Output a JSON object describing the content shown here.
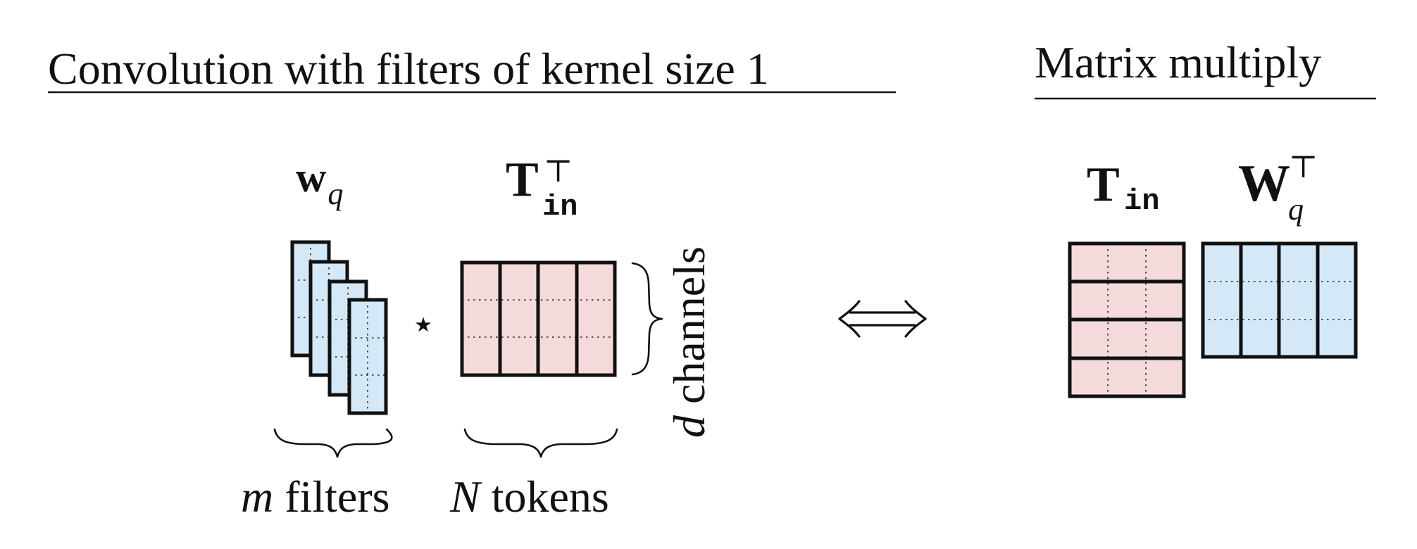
{
  "left_panel": {
    "title": "Convolution with filters of kernel size 1",
    "filters_symbol": {
      "base": "w",
      "subscript": "q"
    },
    "tokens_symbol": {
      "base": "T",
      "subscript": "in",
      "superscript": "⊤"
    },
    "operator": "⋆",
    "channels_label": {
      "var": "d",
      "text": " channels"
    },
    "filters_label": {
      "var": "m",
      "text": " filters"
    },
    "tokens_label": {
      "var": "N",
      "text": " tokens"
    },
    "filter_count_drawn": 4,
    "token_count_drawn": 4
  },
  "equivalence_symbol": "⟺",
  "right_panel": {
    "title": "Matrix multiply",
    "tokens_symbol": {
      "base": "T",
      "subscript": "in"
    },
    "weights_symbol": {
      "base": "W",
      "subscript": "q",
      "superscript": "⊤"
    }
  },
  "colors": {
    "filter_blue": "#d4e8f7",
    "token_pink": "#f5dadc",
    "ink": "#111111"
  }
}
